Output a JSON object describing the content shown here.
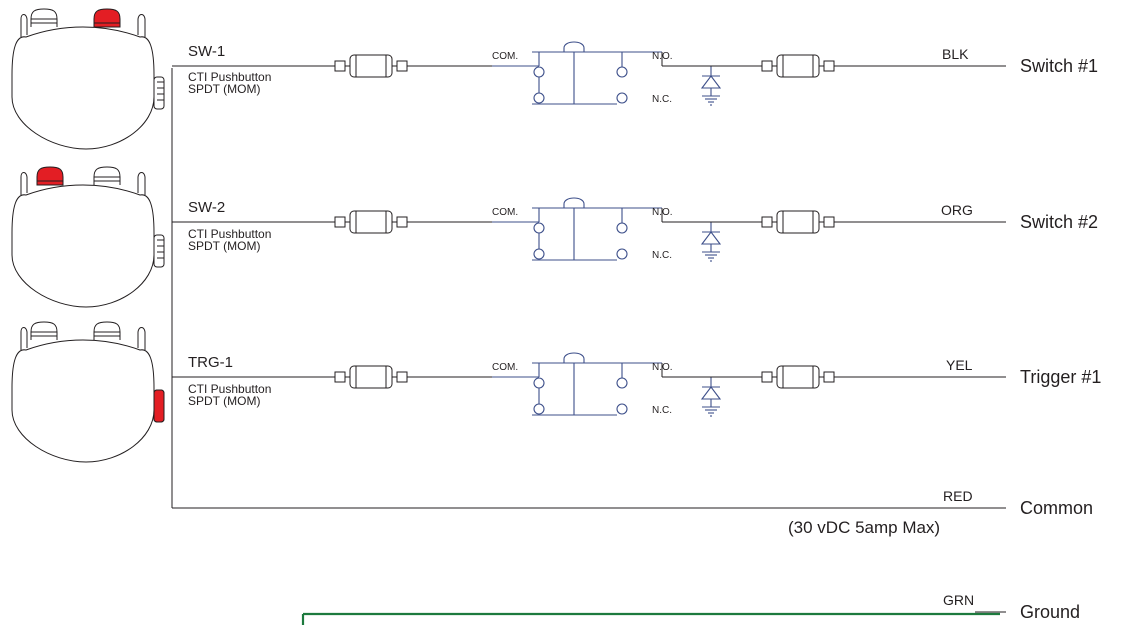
{
  "channels": [
    {
      "switch_id": "SW-1",
      "switch_desc_1": "CTI Pushbutton",
      "switch_desc_2": "SPDT (MOM)",
      "com_label": "COM.",
      "no_label": "N.O.",
      "nc_label": "N.C.",
      "wire_color": "BLK",
      "output_label": "Switch #1",
      "pressed_button": "top-right"
    },
    {
      "switch_id": "SW-2",
      "switch_desc_1": "CTI Pushbutton",
      "switch_desc_2": "SPDT (MOM)",
      "com_label": "COM.",
      "no_label": "N.O.",
      "nc_label": "N.C.",
      "wire_color": "ORG",
      "output_label": "Switch #2",
      "pressed_button": "top-left"
    },
    {
      "switch_id": "TRG-1",
      "switch_desc_1": "CTI Pushbutton",
      "switch_desc_2": "SPDT (MOM)",
      "com_label": "COM.",
      "no_label": "N.O.",
      "nc_label": "N.C.",
      "wire_color": "YEL",
      "output_label": "Trigger #1",
      "pressed_button": "side-trigger"
    }
  ],
  "common": {
    "wire_color": "RED",
    "label": "Common",
    "rating": "(30 vDC 5amp Max)"
  },
  "ground": {
    "wire_color": "GRN",
    "label": "Ground"
  },
  "colors": {
    "line": "#231f20",
    "switch_blue": "#3d4f8a",
    "active_red": "#e31e24",
    "ground_green": "#1d7a3e"
  }
}
